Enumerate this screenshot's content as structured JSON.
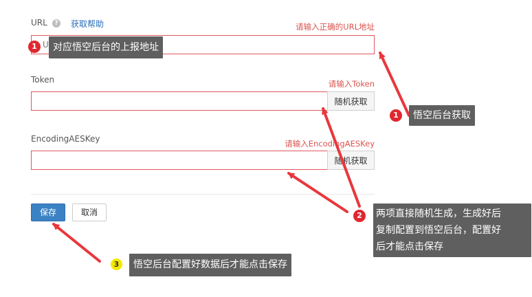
{
  "form": {
    "url_label": "URL",
    "help_icon": "question-icon",
    "help_link": "获取帮助",
    "url_error": "请输入正确的URL地址",
    "url_value": "U",
    "token_label": "Token",
    "token_error": "请输入Token",
    "token_button": "随机获取",
    "aes_label": "EncodingAESKey",
    "aes_error": "请输入EncodingAESKey",
    "aes_button": "随机获取",
    "save_button": "保存",
    "cancel_button": "取消"
  },
  "annotations": {
    "tip1_badge": "1",
    "tip1_text": "对应悟空后台的上报地址",
    "tip2_badge": "1",
    "tip2_text": "悟空后台获取",
    "tip3_badge": "2",
    "tip3_line1": "两项直接随机生成，生成好后",
    "tip3_line2": "复制配置到悟空后台，配置好",
    "tip3_line3": "后才能点击保存",
    "tip4_badge": "3",
    "tip4_text": "悟空后台配置好数据后才能点击保存",
    "arrow_color": "#e8373d"
  },
  "colors": {
    "error": "#d9534f",
    "field_border": "#e0565f",
    "primary": "#3b82c4",
    "link": "#2a6fb8",
    "tip_bg": "#5f5f5f"
  }
}
